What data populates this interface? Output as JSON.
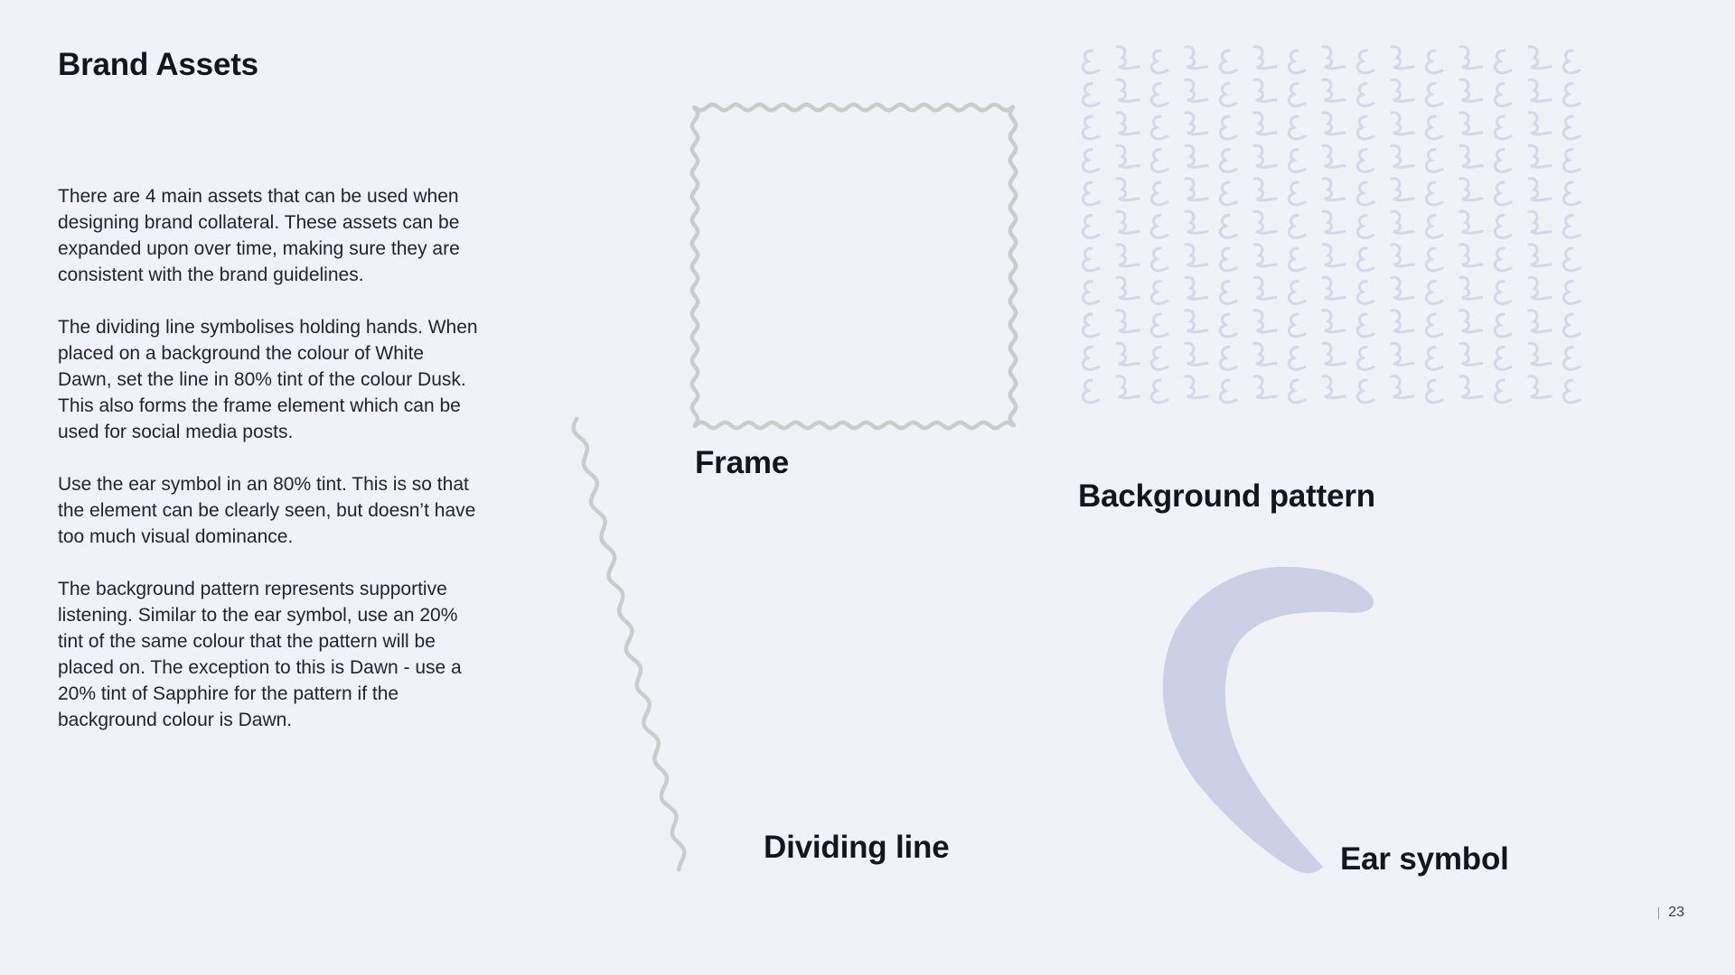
{
  "page": {
    "title": "Brand Assets",
    "paragraphs": [
      "There are 4 main assets that can be used when designing brand collateral. These assets can be expanded upon over time, making sure they are consistent with the brand guidelines.",
      "The dividing line symbolises holding hands. When placed on a background the colour of White Dawn, set the line in 80% tint of the colour Dusk. This also forms the frame element which can be used for social media posts.",
      "Use the ear symbol in an 80% tint. This is so that the element can be clearly seen, but doesn’t have too much visual dominance.",
      "The background pattern represents supportive listening. Similar to the ear symbol, use an 20% tint of the same colour that the pattern will be placed on. The exception to this is Dawn - use a 20% tint of Sapphire for the pattern if the background colour is Dawn."
    ],
    "page_number": "23"
  },
  "assets": {
    "frame_label": "Frame",
    "background_pattern_label": "Background pattern",
    "dividing_line_label": "Dividing line",
    "ear_symbol_label": "Ear symbol"
  },
  "colors": {
    "background": "#f1f2f8",
    "text": "#14161f",
    "line_grey": "#cccccc",
    "pattern": "#d6d8ea",
    "ear_symbol": "#cdcfe6",
    "page_tick": "#e8714a"
  },
  "icons": {
    "frame": "wavy-frame-icon",
    "pattern": "wave-pattern",
    "dividing_line": "wavy-line-icon",
    "ear": "ear-symbol-icon"
  }
}
